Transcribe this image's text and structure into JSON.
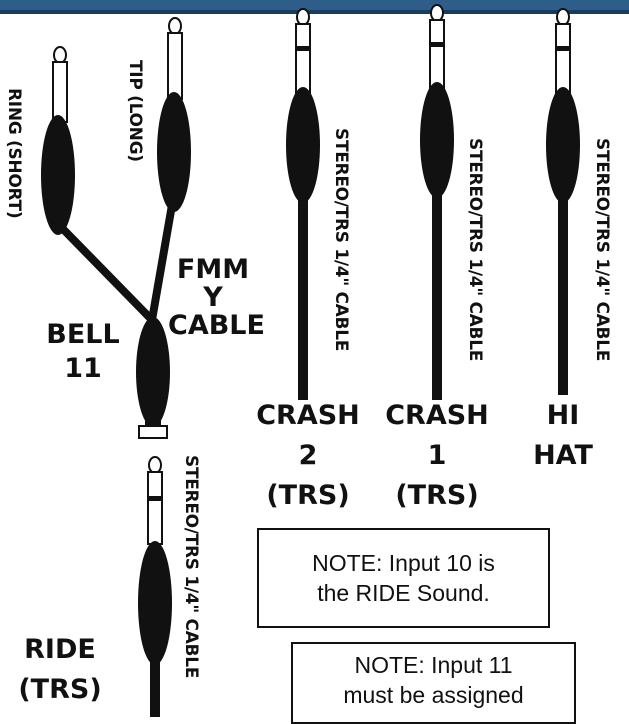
{
  "labels": {
    "ring_short": "RING (SHORT)",
    "tip_long": "TIP (LONG)",
    "y_cable_line1": "FMM",
    "y_cable_line2": "Y",
    "y_cable_line3": "CABLE",
    "bell_line1": "BELL",
    "bell_line2": "11",
    "cable_crash2": "STEREO/TRS 1/4\" CABLE",
    "cable_crash1": "STEREO/TRS 1/4\" CABLE",
    "cable_hihat": "STEREO/TRS 1/4\" CABLE",
    "cable_ride": "STEREO/TRS 1/4\" CABLE",
    "crash2_line1": "CRASH 2",
    "crash2_line2": "(TRS)",
    "crash1_line1": "CRASH 1",
    "crash1_line2": "(TRS)",
    "hihat_line1": "HI",
    "hihat_line2": "HAT",
    "ride_line1": "RIDE",
    "ride_line2": "(TRS)"
  },
  "notes": {
    "note1_line1": "NOTE: Input 10 is",
    "note1_line2": "the RIDE Sound.",
    "note2_line1": "NOTE: Input 11",
    "note2_line2": "must be assigned"
  },
  "colors": {
    "ink": "#111111",
    "header_band": "#2e5d8a"
  }
}
